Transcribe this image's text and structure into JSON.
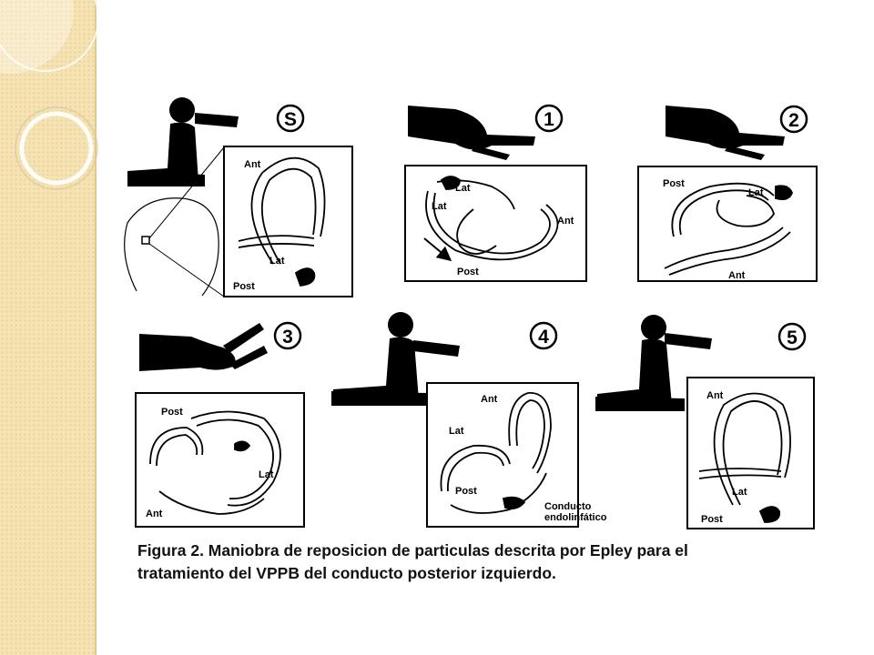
{
  "steps": [
    "S",
    "1",
    "2",
    "3",
    "4",
    "5"
  ],
  "canal_labels": {
    "ant": "Ant",
    "lat": "Lat",
    "post": "Post",
    "conducto_line1": "Conducto",
    "conducto_line2": "endolinfático"
  },
  "caption": {
    "line1": "Figura 2. Maniobra de reposicion de particulas descrita por Epley para el",
    "line2": "tratamiento del VPPB del conducto posterior izquierdo."
  },
  "colors": {
    "stripe": "#f6e3b3",
    "ink": "#000000",
    "background": "#ffffff"
  },
  "icons": [
    "head-silhouette-icon",
    "seated-patient-icon",
    "hand-icon",
    "semicircular-canal-icon",
    "arrow-icon"
  ]
}
